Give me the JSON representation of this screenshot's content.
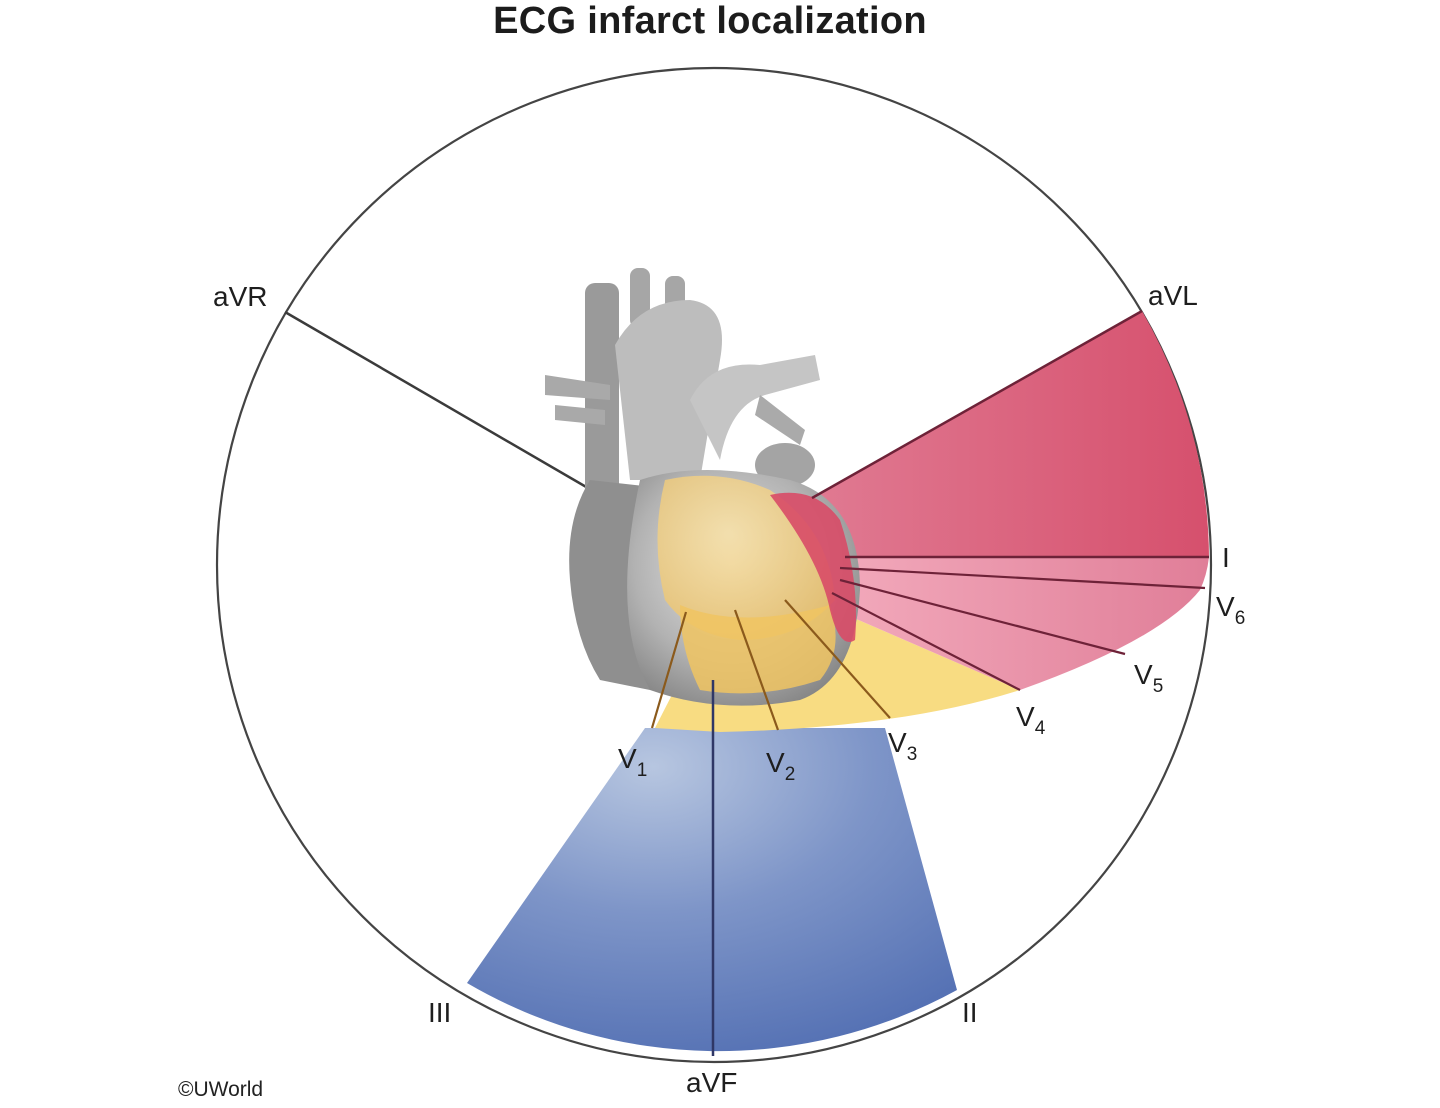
{
  "title": "ECG infarct localization",
  "copyright": "©UWorld",
  "leads": {
    "aVR": "aVR",
    "aVL": "aVL",
    "I": "I",
    "II": "II",
    "III": "III",
    "aVF": "aVF",
    "V1": {
      "main": "V",
      "sub": "1"
    },
    "V2": {
      "main": "V",
      "sub": "2"
    },
    "V3": {
      "main": "V",
      "sub": "3"
    },
    "V4": {
      "main": "V",
      "sub": "4"
    },
    "V5": {
      "main": "V",
      "sub": "5"
    },
    "V6": {
      "main": "V",
      "sub": "6"
    }
  },
  "colors": {
    "lateral": "#d9536f",
    "anterior": "#f6d56a",
    "inferior": "#5b78b8",
    "heart": "#a9a9a9",
    "outline": "#444444"
  }
}
